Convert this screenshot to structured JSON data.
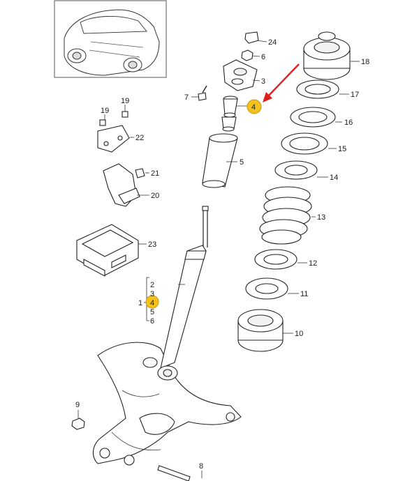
{
  "diagram": {
    "labels": {
      "p1": "1",
      "p2": "2",
      "p3a": "3",
      "p3b": "3",
      "p4a": "4",
      "p4b": "4",
      "p5a": "5",
      "p5b": "5",
      "p6a": "6",
      "p6b": "6",
      "p7": "7",
      "p8": "8",
      "p9": "9",
      "p10": "10",
      "p11": "11",
      "p12": "12",
      "p13": "13",
      "p14": "14",
      "p15": "15",
      "p16": "16",
      "p17": "17",
      "p18": "18",
      "p19a": "19",
      "p19b": "19",
      "p20": "20",
      "p21": "21",
      "p22": "22",
      "p23": "23",
      "p24": "24"
    },
    "highlight_color": "#f4c21c",
    "arrow_color": "#e02020",
    "highlighted_part": "4"
  }
}
